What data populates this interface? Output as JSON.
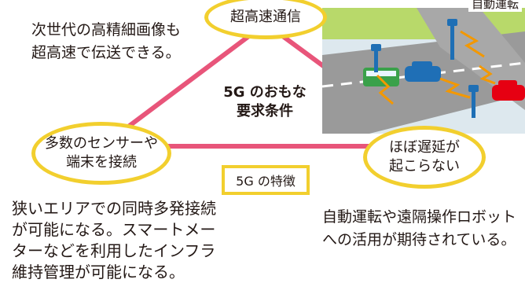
{
  "nodes": {
    "top": "超高速通信",
    "left": "多数のセンサーや\n端末を接続",
    "right": "ほぼ遅延が\n起こらない"
  },
  "center_label": "5G のおもな\n要求条件",
  "feature_label": "5G の特徴",
  "descriptions": {
    "top_left": [
      "次世代の高精細画像も",
      "超高速で伝送できる。"
    ],
    "bottom_left": [
      "狭いエリアでの同時多発接続",
      "が可能になる。スマートメー",
      "ターなどを利用したインフラ",
      "維持管理が可能になる。"
    ],
    "bottom_right": [
      "自動運転や遠隔操作ロボット",
      "への活用が期待されている。"
    ]
  },
  "illustration_caption": "自動運転",
  "colors": {
    "triangle": "#e8557a",
    "ellipse_border": "#f2cf2e",
    "signal": "#f39800",
    "road": "#9a9a9a",
    "grass": "#b8d96a",
    "car_blue": "#1f6fb6",
    "car_red": "#e60012",
    "bus": "#3aa14a",
    "antenna": "#1e6fb5"
  }
}
